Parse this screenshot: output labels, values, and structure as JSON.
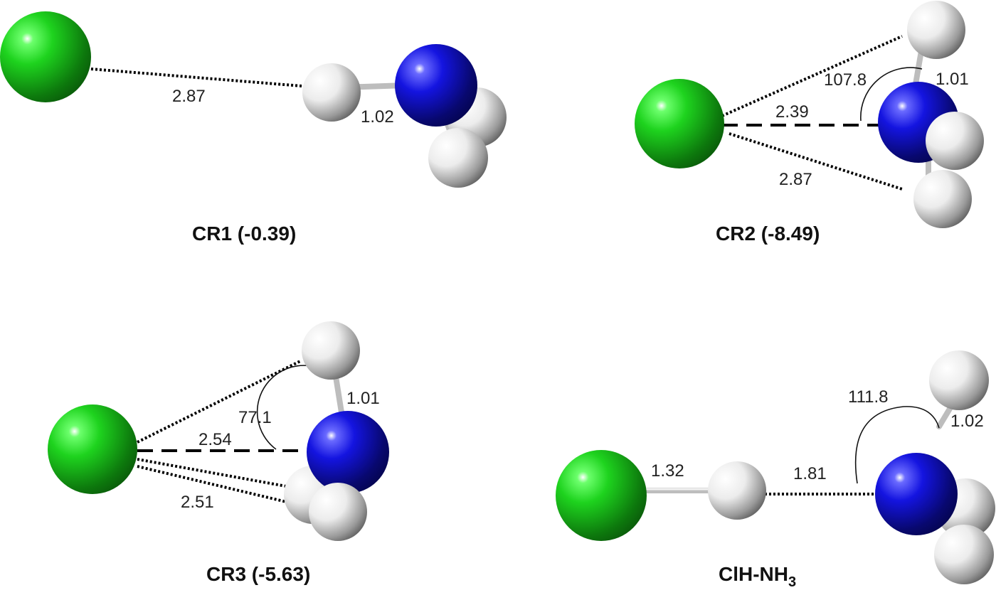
{
  "figure": {
    "colors": {
      "chlorine": "#1ed31e",
      "nitrogen": "#1414e0",
      "hydrogen": "#e8e8e8",
      "text": "#222222",
      "background": "#ffffff"
    },
    "panels": [
      {
        "id": "CR1",
        "caption": "CR1 (-0.39)",
        "distances": [
          "2.87",
          "1.02"
        ],
        "angles": []
      },
      {
        "id": "CR2",
        "caption": "CR2 (-8.49)",
        "distances": [
          "2.39",
          "2.87",
          "1.01"
        ],
        "angles": [
          "107.8"
        ]
      },
      {
        "id": "CR3",
        "caption": "CR3 (-5.63)",
        "distances": [
          "2.54",
          "2.51",
          "1.01"
        ],
        "angles": [
          "77.1"
        ]
      },
      {
        "id": "ClH-NH3",
        "caption_main": "ClH-NH",
        "caption_sub": "3",
        "distances": [
          "1.32",
          "1.81",
          "1.02"
        ],
        "angles": [
          "111.8"
        ]
      }
    ]
  }
}
